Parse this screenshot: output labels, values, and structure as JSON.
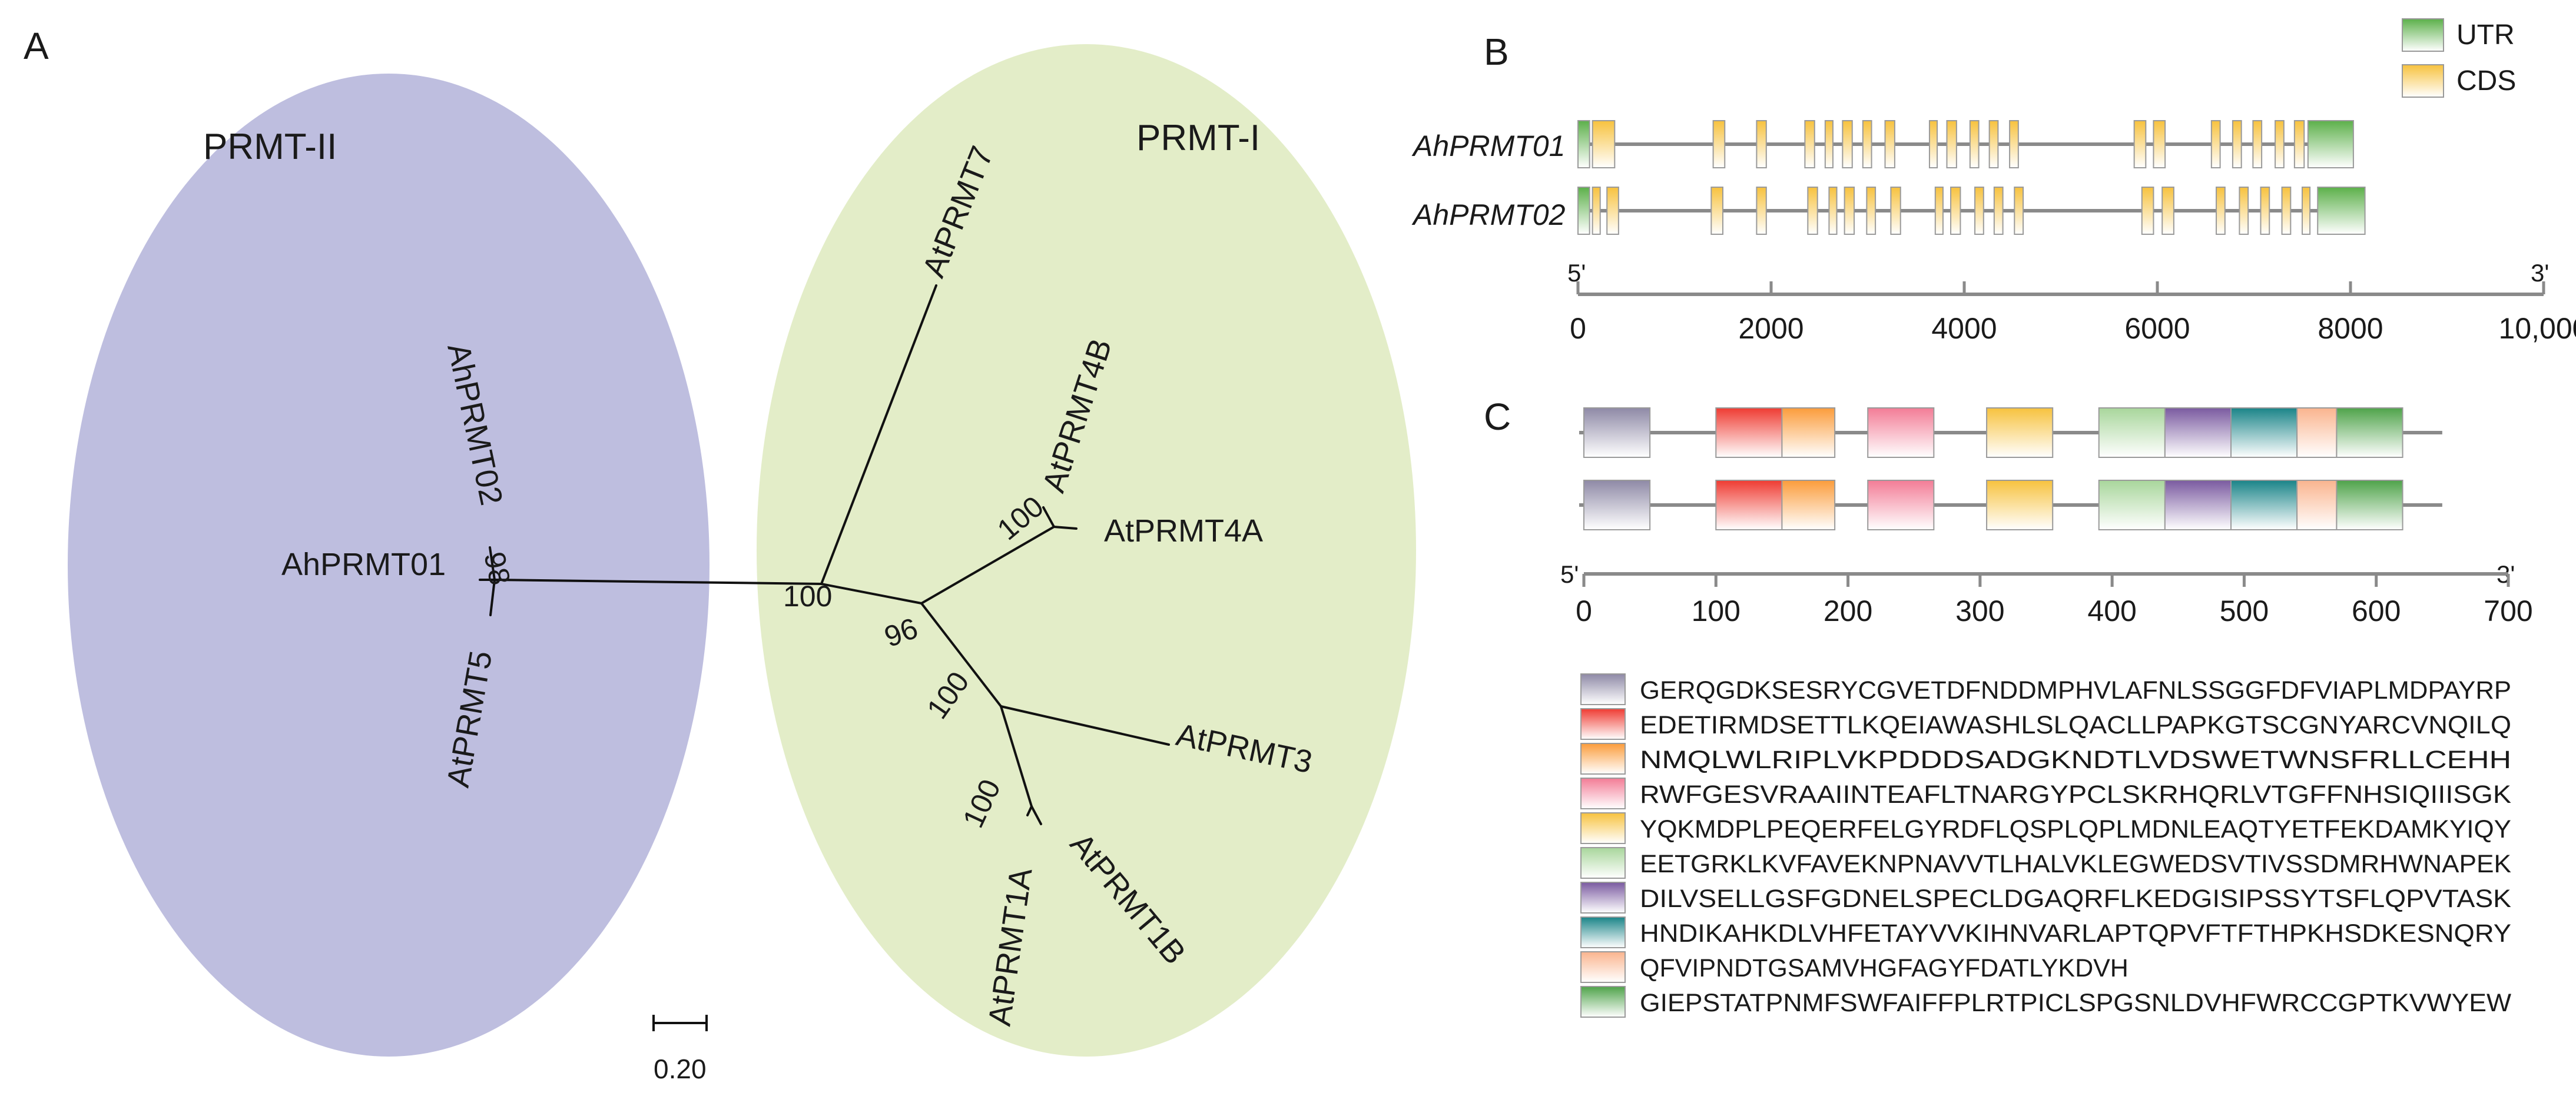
{
  "panel_letters": {
    "a": "A",
    "b": "B",
    "c": "C"
  },
  "tree": {
    "clades": [
      {
        "id": "prmt2",
        "label": "PRMT-II",
        "color": "#bebedf"
      },
      {
        "id": "prmt1",
        "label": "PRMT-I",
        "color": "#e3edc8"
      }
    ],
    "leaves": [
      "AhPRMT01",
      "AhPRMT02",
      "AtPRMT5",
      "AtPRMT7",
      "AtPRMT4B",
      "AtPRMT4A",
      "AtPRMT3",
      "AtPRMT1A",
      "AtPRMT1B"
    ],
    "bootstrap": [
      "98",
      "100",
      "96",
      "100",
      "100",
      "100"
    ],
    "scale_bar": "0.20"
  },
  "gene_structure": {
    "legend": [
      {
        "label": "UTR",
        "color": "#5cb04a"
      },
      {
        "label": "CDS",
        "color": "#f7c23e"
      }
    ],
    "genes": [
      {
        "name": "AhPRMT01",
        "length": 8030,
        "utr": [
          [
            0,
            120
          ],
          [
            7560,
            8030
          ]
        ],
        "cds": [
          [
            150,
            380
          ],
          [
            1400,
            1520
          ],
          [
            1850,
            1950
          ],
          [
            2350,
            2450
          ],
          [
            2560,
            2640
          ],
          [
            2740,
            2840
          ],
          [
            2950,
            3040
          ],
          [
            3180,
            3280
          ],
          [
            3640,
            3720
          ],
          [
            3820,
            3920
          ],
          [
            4060,
            4150
          ],
          [
            4260,
            4350
          ],
          [
            4470,
            4560
          ],
          [
            5760,
            5880
          ],
          [
            5960,
            6080
          ],
          [
            6560,
            6650
          ],
          [
            6780,
            6870
          ],
          [
            6990,
            7080
          ],
          [
            7220,
            7310
          ],
          [
            7420,
            7520
          ]
        ]
      },
      {
        "name": "AhPRMT02",
        "length": 8150,
        "utr": [
          [
            0,
            120
          ],
          [
            7660,
            8150
          ]
        ],
        "cds": [
          [
            150,
            230
          ],
          [
            300,
            420
          ],
          [
            1380,
            1500
          ],
          [
            1850,
            1950
          ],
          [
            2380,
            2480
          ],
          [
            2600,
            2680
          ],
          [
            2760,
            2860
          ],
          [
            2990,
            3080
          ],
          [
            3240,
            3340
          ],
          [
            3700,
            3780
          ],
          [
            3860,
            3960
          ],
          [
            4110,
            4200
          ],
          [
            4310,
            4400
          ],
          [
            4520,
            4610
          ],
          [
            5840,
            5960
          ],
          [
            6050,
            6170
          ],
          [
            6610,
            6700
          ],
          [
            6850,
            6940
          ],
          [
            7070,
            7160
          ],
          [
            7290,
            7380
          ],
          [
            7500,
            7580
          ]
        ]
      }
    ],
    "axis": {
      "start_label": "5'",
      "end_label": "3'",
      "ticks": [
        "0",
        "2000",
        "4000",
        "6000",
        "8000",
        "10,000"
      ],
      "min": 0,
      "max": 10000
    }
  },
  "motifs": {
    "proteins": [
      {
        "length": 650,
        "motifs": [
          [
            0,
            50
          ],
          [
            100,
            150
          ],
          [
            150,
            190
          ],
          [
            215,
            265
          ],
          [
            305,
            355
          ],
          [
            390,
            440
          ],
          [
            440,
            490
          ],
          [
            490,
            540
          ],
          [
            540,
            570
          ],
          [
            570,
            620
          ]
        ]
      },
      {
        "length": 650,
        "motifs": [
          [
            0,
            50
          ],
          [
            100,
            150
          ],
          [
            150,
            190
          ],
          [
            215,
            265
          ],
          [
            305,
            355
          ],
          [
            390,
            440
          ],
          [
            440,
            490
          ],
          [
            490,
            540
          ],
          [
            540,
            570
          ],
          [
            570,
            620
          ]
        ]
      }
    ],
    "axis": {
      "start_label": "5'",
      "end_label": "3'",
      "ticks": [
        "0",
        "100",
        "200",
        "300",
        "400",
        "500",
        "600",
        "700"
      ],
      "min": 0,
      "max": 700
    },
    "legend": [
      {
        "color": "#8e89a6",
        "sequence": "GERQGDKSESRYCGVETDFNDDMPHVLAFNLSSGGFDFVIAPLMDPAYRP"
      },
      {
        "color": "#ef3b32",
        "sequence": "EDETIRMDSETTLKQEIAWASHLSLQACLLPAPKGTSCGNYARCVNQILQ"
      },
      {
        "color": "#fb9c3b",
        "sequence": "NMQLWLRIPLVKPDDDSADGKNDTLVDSWETWNSFRLLCEHH"
      },
      {
        "color": "#f37c96",
        "sequence": "RWFGESVRAAIINTEAFLTNARGYPCLSKRHQRLVTGFFNHSIQIIISGK"
      },
      {
        "color": "#f7c23e",
        "sequence": "YQKMDPLPEQERFELGYRDFLQSPLQPLMDNLEAQTYETFEKDAMKYIQY"
      },
      {
        "color": "#a8d69b",
        "sequence": "EETGRKLKVFAVEKNPNAVVTLHALVKLEGWEDSVTIVSSDMRHWNAPEK"
      },
      {
        "color": "#7a5aa0",
        "sequence": "DILVSELLGSFGDNELSPECLDGAQRFLKEDGISIPSSYTSFLQPVTASK"
      },
      {
        "color": "#1a8488",
        "sequence": "HNDIKAHKDLVHFETAYVVKIHNVARLAPTQPVFTFTHPKHSDKESNQRY"
      },
      {
        "color": "#fab48e",
        "sequence": "QFVIPNDTGSAMVHGFAGYFDATLYKDVH"
      },
      {
        "color": "#4fa34a",
        "sequence": "GIEPSTATPNMFSWFAIFFPLRTPICLSPGSNLDVHFWRCCGPTKVWYEW"
      }
    ]
  }
}
